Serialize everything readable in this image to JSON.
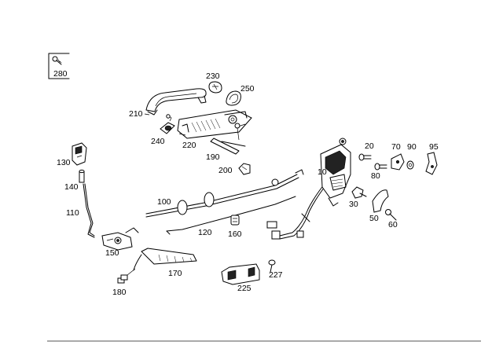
{
  "callouts": {
    "c280": "280",
    "c230": "230",
    "c250": "250",
    "c210": "210",
    "c240": "240",
    "c220": "220",
    "c190": "190",
    "c200": "200",
    "c130": "130",
    "c140": "140",
    "c110": "110",
    "c100": "100",
    "c120": "120",
    "c160": "160",
    "c150": "150",
    "c170": "170",
    "c180": "180",
    "c225": "225",
    "c227": "227",
    "c10": "10",
    "c20": "20",
    "c70": "70",
    "c90": "90",
    "c95": "95",
    "c80": "80",
    "c30": "30",
    "c50": "50",
    "c60": "60"
  }
}
